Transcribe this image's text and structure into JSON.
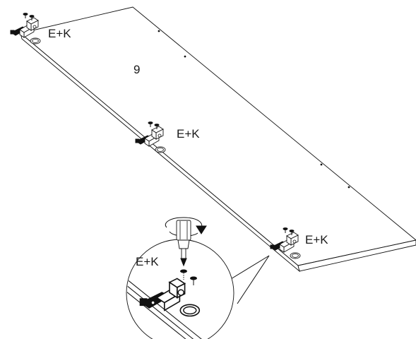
{
  "panel_number": "9",
  "hinge_labels": {
    "top": "E+K",
    "middle": "E+K",
    "bottom": "E+K",
    "detail": "E+K"
  },
  "icons": {
    "screwdriver": "screwdriver-rotate-icon",
    "hinge": "cabinet-hinge-icon",
    "screw": "screw-icon"
  }
}
